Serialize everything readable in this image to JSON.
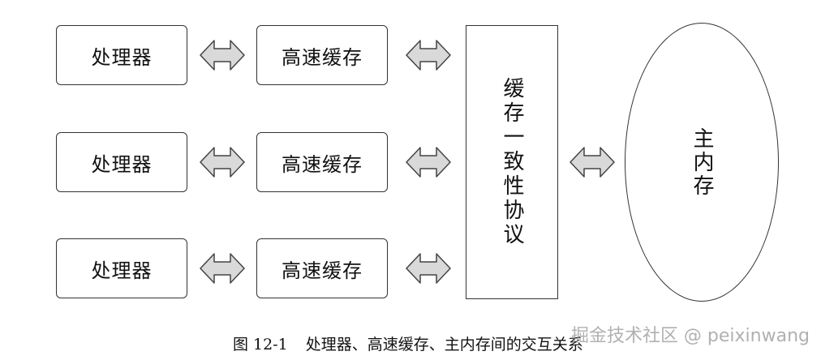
{
  "rows": [
    {
      "processor": "处理器",
      "cache": "高速缓存"
    },
    {
      "processor": "处理器",
      "cache": "高速缓存"
    },
    {
      "processor": "处理器",
      "cache": "高速缓存"
    }
  ],
  "protocol_label": "缓存一致性协议",
  "memory_label": "主内存",
  "caption": {
    "figure_number": "图 12-1",
    "text": "处理器、高速缓存、主内存间的交互关系"
  },
  "watermark": "掘金技术社区 @ peixinwang",
  "colors": {
    "border": "#333333",
    "arrow_fill": "#d9d9d9",
    "arrow_stroke": "#444444",
    "watermark": "#969696"
  }
}
